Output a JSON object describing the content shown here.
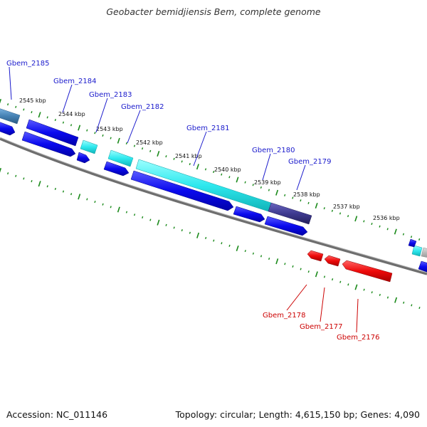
{
  "title": "Geobacter bemidjiensis Bem, complete genome",
  "footer": {
    "accession": "Accession: NC_011146",
    "summary": "Topology: circular; Length: 4,615,150 bp; Genes: 4,090"
  },
  "colors": {
    "backbone": "#707070",
    "tick": "#1a8a1a",
    "forward_label": "#1a1acc",
    "reverse_label": "#cc0000",
    "cds_blue": "#0a0aee",
    "cds_cyan": "#2ee8ee",
    "cds_red": "#ee0a0a",
    "cds_indigo": "#3e3a90",
    "cds_steel": "#4682b4",
    "cds_gray": "#b0b0b0"
  },
  "kbp_labels": [
    "2545 kbp",
    "2544 kbp",
    "2543 kbp",
    "2542 kbp",
    "2541 kbp",
    "2540 kbp",
    "2539 kbp",
    "2538 kbp",
    "2537 kbp",
    "2536 kbp"
  ],
  "forward_genes": [
    {
      "label": "Gbem_2185"
    },
    {
      "label": "Gbem_2184"
    },
    {
      "label": "Gbem_2183"
    },
    {
      "label": "Gbem_2182"
    },
    {
      "label": "Gbem_2181"
    },
    {
      "label": "Gbem_2180"
    },
    {
      "label": "Gbem_2179"
    }
  ],
  "reverse_genes": [
    {
      "label": "Gbem_2178"
    },
    {
      "label": "Gbem_2177"
    },
    {
      "label": "Gbem_2176"
    }
  ]
}
